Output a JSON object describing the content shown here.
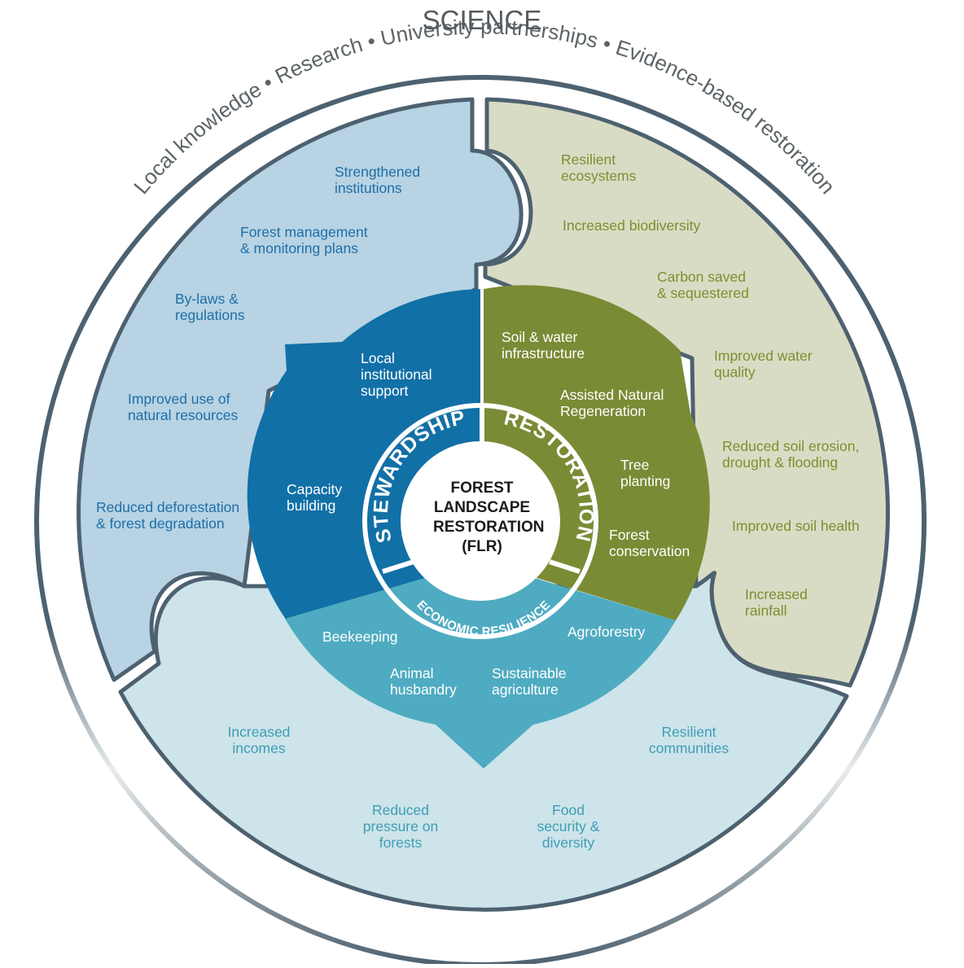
{
  "header": {
    "title": "SCIENCE",
    "arc_items": [
      "Local knowledge",
      "Research",
      "University partnerships",
      "Evidence-based restoration"
    ]
  },
  "center": {
    "title": "FOREST\nLANDSCAPE\nRESTORATION\n(FLR)"
  },
  "ring": {
    "stewardship": "STEWARDSHIP",
    "restoration": "RESTORATION",
    "economic": "ECONOMIC RESILIENCE"
  },
  "stewardship_inner": [
    "Local\ninstitutional\nsupport",
    "Capacity\nbuilding"
  ],
  "restoration_inner": [
    "Soil & water\ninfrastructure",
    "Assisted Natural\nRegeneration",
    "Tree\nplanting",
    "Forest\nconservation"
  ],
  "economic_inner": [
    "Beekeeping",
    "Agroforestry",
    "Animal\nhusbandry",
    "Sustainable\nagriculture"
  ],
  "stewardship_outer": [
    "Strengthened\ninstitutions",
    "Forest management\n& monitoring plans",
    "By-laws &\nregulations",
    "Improved use of\nnatural resources",
    "Reduced deforestation\n& forest degradation"
  ],
  "restoration_outer": [
    "Resilient\necosystems",
    "Increased biodiversity",
    "Carbon saved\n& sequestered",
    "Improved water\nquality",
    "Reduced soil erosion,\ndrought & flooding",
    "Improved soil health",
    "Increased\nrainfall"
  ],
  "economic_outer": [
    "Increased\nincomes",
    "Resilient\ncommunities",
    "Reduced\npressure on\nforests",
    "Food\nsecurity &\ndiversity"
  ],
  "colors": {
    "stewardship_dark": "#1170a6",
    "stewardship_light": "#b7d3e4",
    "restoration_dark": "#7a8b35",
    "restoration_light": "#d9dcc4",
    "economic_dark": "#4fabc1",
    "economic_light": "#cde4ea",
    "ring_outline": "#4d6170"
  }
}
